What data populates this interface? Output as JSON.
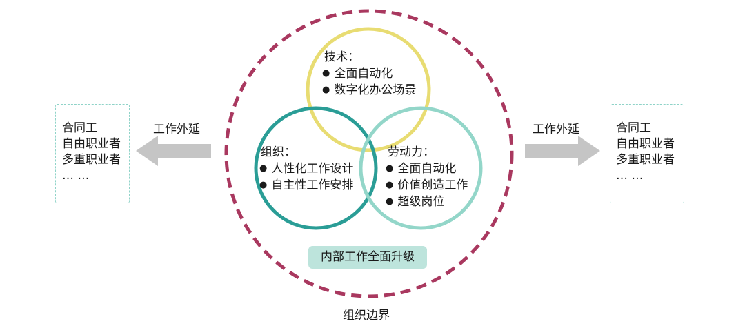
{
  "colors": {
    "boundary": "#a9385f",
    "tech_circle": "#e8dc72",
    "org_circle": "#2a9d96",
    "labor_circle": "#93d6c9",
    "arrow": "#c5c5c5",
    "side_box_border": "#8fd3c8",
    "badge_bg": "#bde4dc"
  },
  "tech": {
    "heading": "技术：",
    "items": [
      "全面自动化",
      "数字化办公场景"
    ]
  },
  "org": {
    "heading": "组织：",
    "items": [
      "人性化工作设计",
      "自主性工作安排"
    ]
  },
  "labor": {
    "heading": "劳动力：",
    "items": [
      "全面自动化",
      "价值创造工作",
      "超级岗位"
    ]
  },
  "center_badge": "内部工作全面升级",
  "boundary_label": "组织边界",
  "left_arrow_label": "工作外延",
  "right_arrow_label": "工作外延",
  "left_box": {
    "items": [
      "合同工",
      "自由职业者",
      "多重职业者",
      "… …"
    ]
  },
  "right_box": {
    "items": [
      "合同工",
      "自由职业者",
      "多重职业者",
      "… …"
    ]
  }
}
